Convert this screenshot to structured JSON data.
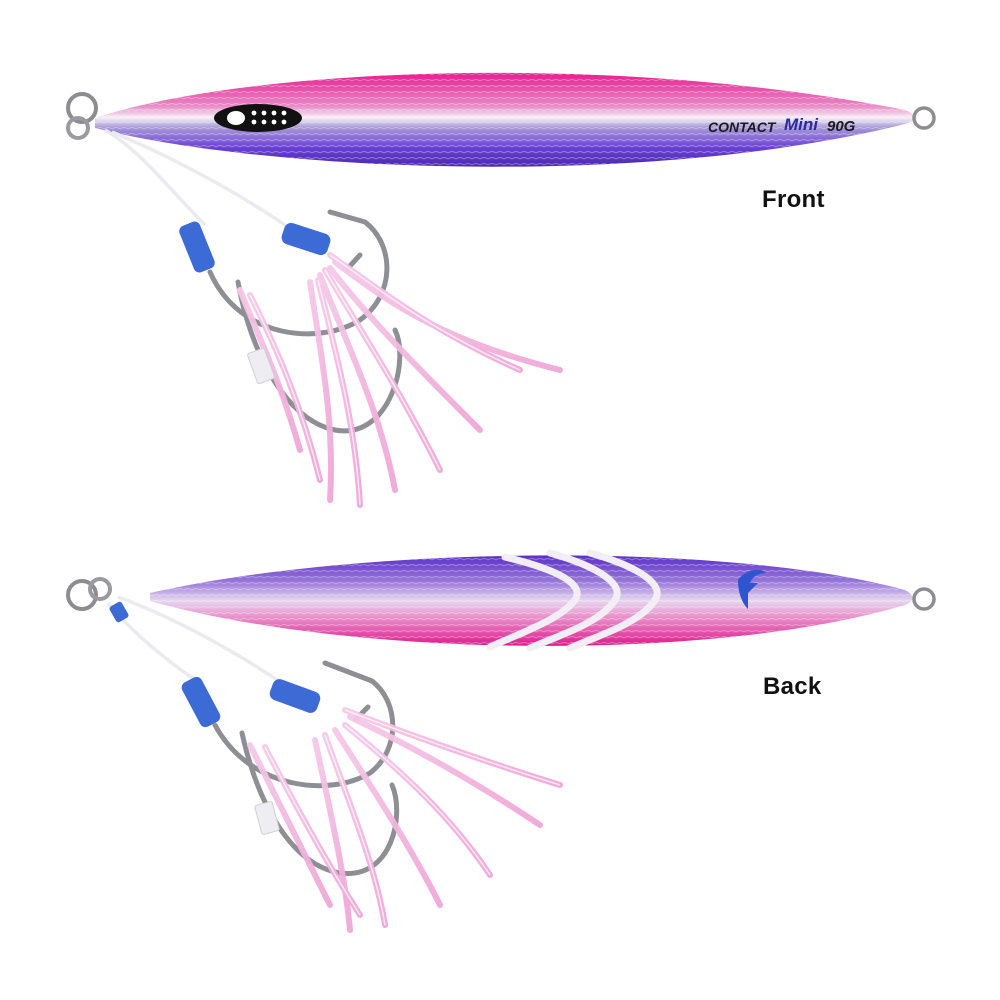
{
  "views": [
    {
      "label": "Front"
    },
    {
      "label": "Back"
    }
  ],
  "lure": {
    "brand_text": "CONTACT",
    "model_text": "Mini",
    "weight_text": "90G"
  },
  "colors": {
    "body_pink": "#e0198f",
    "body_purple": "#5a2fc8",
    "stripe_white": "#f4eef6",
    "tube_blue": "#3f6fd6",
    "skirt_pink": "#f3bfe3",
    "hook_silver": "#8d8d92"
  }
}
